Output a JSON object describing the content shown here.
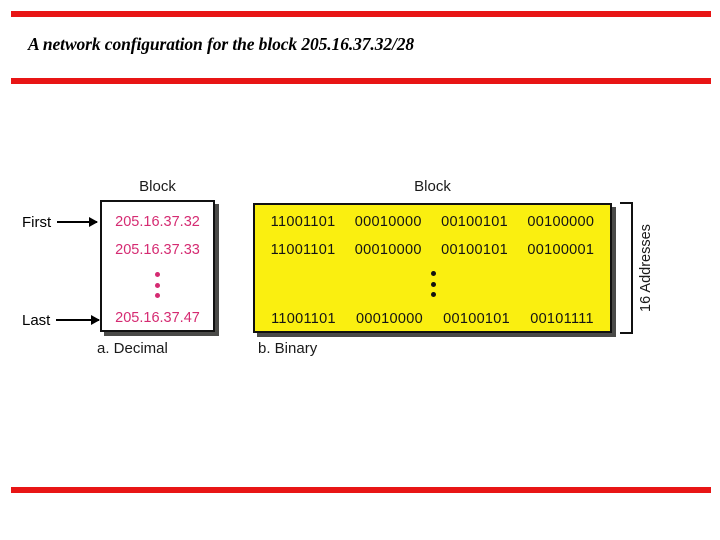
{
  "slide": {
    "title": "A network configuration for the block 205.16.37.32/28",
    "accent_color": "#E81515",
    "background_color": "#ffffff"
  },
  "figure": {
    "decimal_panel": {
      "header": "Block",
      "caption": "a. Decimal",
      "text_color": "#D52B72",
      "background_color": "#ffffff",
      "rows": [
        "205.16.37.32",
        "205.16.37.33",
        "205.16.37.47"
      ],
      "ellipsis": "vertical-dots"
    },
    "binary_panel": {
      "header": "Block",
      "caption": "b. Binary",
      "text_color": "#141414",
      "background_color": "#FAEF10",
      "rows": [
        {
          "octet1": "11001101",
          "octet2": "00010000",
          "octet3": "00100101",
          "octet4": "00100000"
        },
        {
          "octet1": "11001101",
          "octet2": "00010000",
          "octet3": "00100101",
          "octet4": "00100001"
        },
        {
          "octet1": "11001101",
          "octet2": "00010000",
          "octet3": "00100101",
          "octet4": "00101111"
        }
      ],
      "ellipsis": "vertical-dots"
    },
    "annotations": {
      "first_label": "First",
      "last_label": "Last",
      "range_label": "16 Addresses"
    }
  }
}
